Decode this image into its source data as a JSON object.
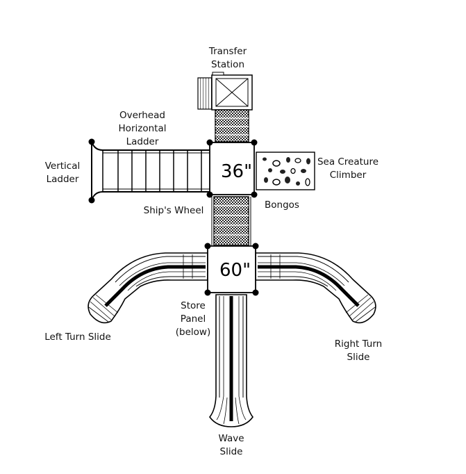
{
  "labels": {
    "transfer_station": [
      "Transfer",
      "Station"
    ],
    "overhead_ladder": [
      "Overhead",
      "Horizontal",
      "Ladder"
    ],
    "vertical_ladder": [
      "Vertical",
      "Ladder"
    ],
    "sea_creature": [
      "Sea Creature",
      "Climber"
    ],
    "bongos": "Bongos",
    "ships_wheel": "Ship's Wheel",
    "store_panel": [
      "Store",
      "Panel",
      "(below)"
    ],
    "left_slide": "Left Turn Slide",
    "right_slide": [
      "Right Turn",
      "Slide"
    ],
    "wave_slide": [
      "Wave",
      "Slide"
    ]
  },
  "decks": {
    "upper": "36\"",
    "lower": "60\""
  },
  "colors": {
    "line": "#000000",
    "background": "#ffffff"
  }
}
